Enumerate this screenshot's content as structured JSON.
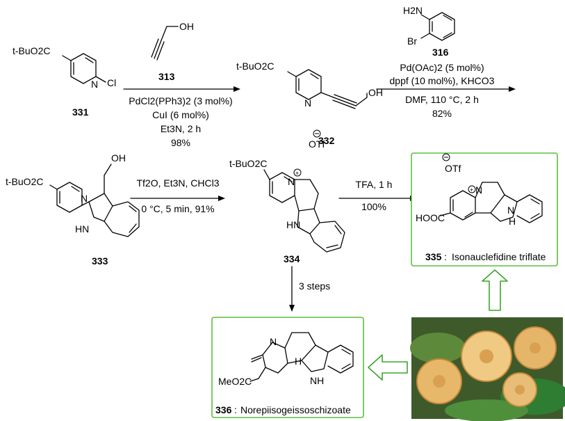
{
  "colors": {
    "box_border": "#5bbf3f",
    "hollow_arrow": "#3aa62a",
    "photo_leaf": "#2e7d32",
    "photo_flower": "#e8b86a"
  },
  "compounds": {
    "c331": {
      "number": "331",
      "group": "t-BuO2C"
    },
    "c313": {
      "number": "313",
      "label": "OH"
    },
    "c332": {
      "number": "332",
      "group": "t-BuO2C",
      "label": "OH"
    },
    "c316": {
      "number": "316",
      "nh2": "H2N",
      "br": "Br"
    },
    "c333": {
      "number": "333",
      "group": "t-BuO2C",
      "oh": "OH",
      "hn": "HN"
    },
    "c334": {
      "number": "334",
      "group": "t-BuO2C",
      "otf": "OTf",
      "hn": "HN"
    },
    "c335": {
      "number": "335",
      "name": "Isonauclefidine triflate",
      "acid": "HOOC",
      "otf": "OTf",
      "nh": "H",
      "n": "N"
    },
    "c336": {
      "number": "336",
      "name": "Norepiisogeissoschizoate",
      "ester": "MeO2C",
      "nh": "NH",
      "n": "N",
      "h": "H"
    }
  },
  "steps": {
    "step1": {
      "reagent1": "PdCl2(PPh3)2 (3 mol%)",
      "reagent2": "CuI (6 mol%)",
      "reagent3": "Et3N, 2 h",
      "yield": "98%"
    },
    "step2": {
      "reagent1": "Pd(OAc)2 (5 mol%)",
      "reagent2": "dppf (10 mol%), KHCO3",
      "reagent3": "DMF, 110 °C, 2 h",
      "yield": "82%"
    },
    "step3": {
      "reagent1": "Tf2O, Et3N, CHCl3",
      "reagent2": "0 °C, 5 min, 91%"
    },
    "step4": {
      "reagent1": "TFA, 1 h",
      "yield": "100%"
    },
    "step5": {
      "label": "3 steps"
    }
  },
  "photo": {
    "alt": "Nauclea orientalis flowers"
  }
}
